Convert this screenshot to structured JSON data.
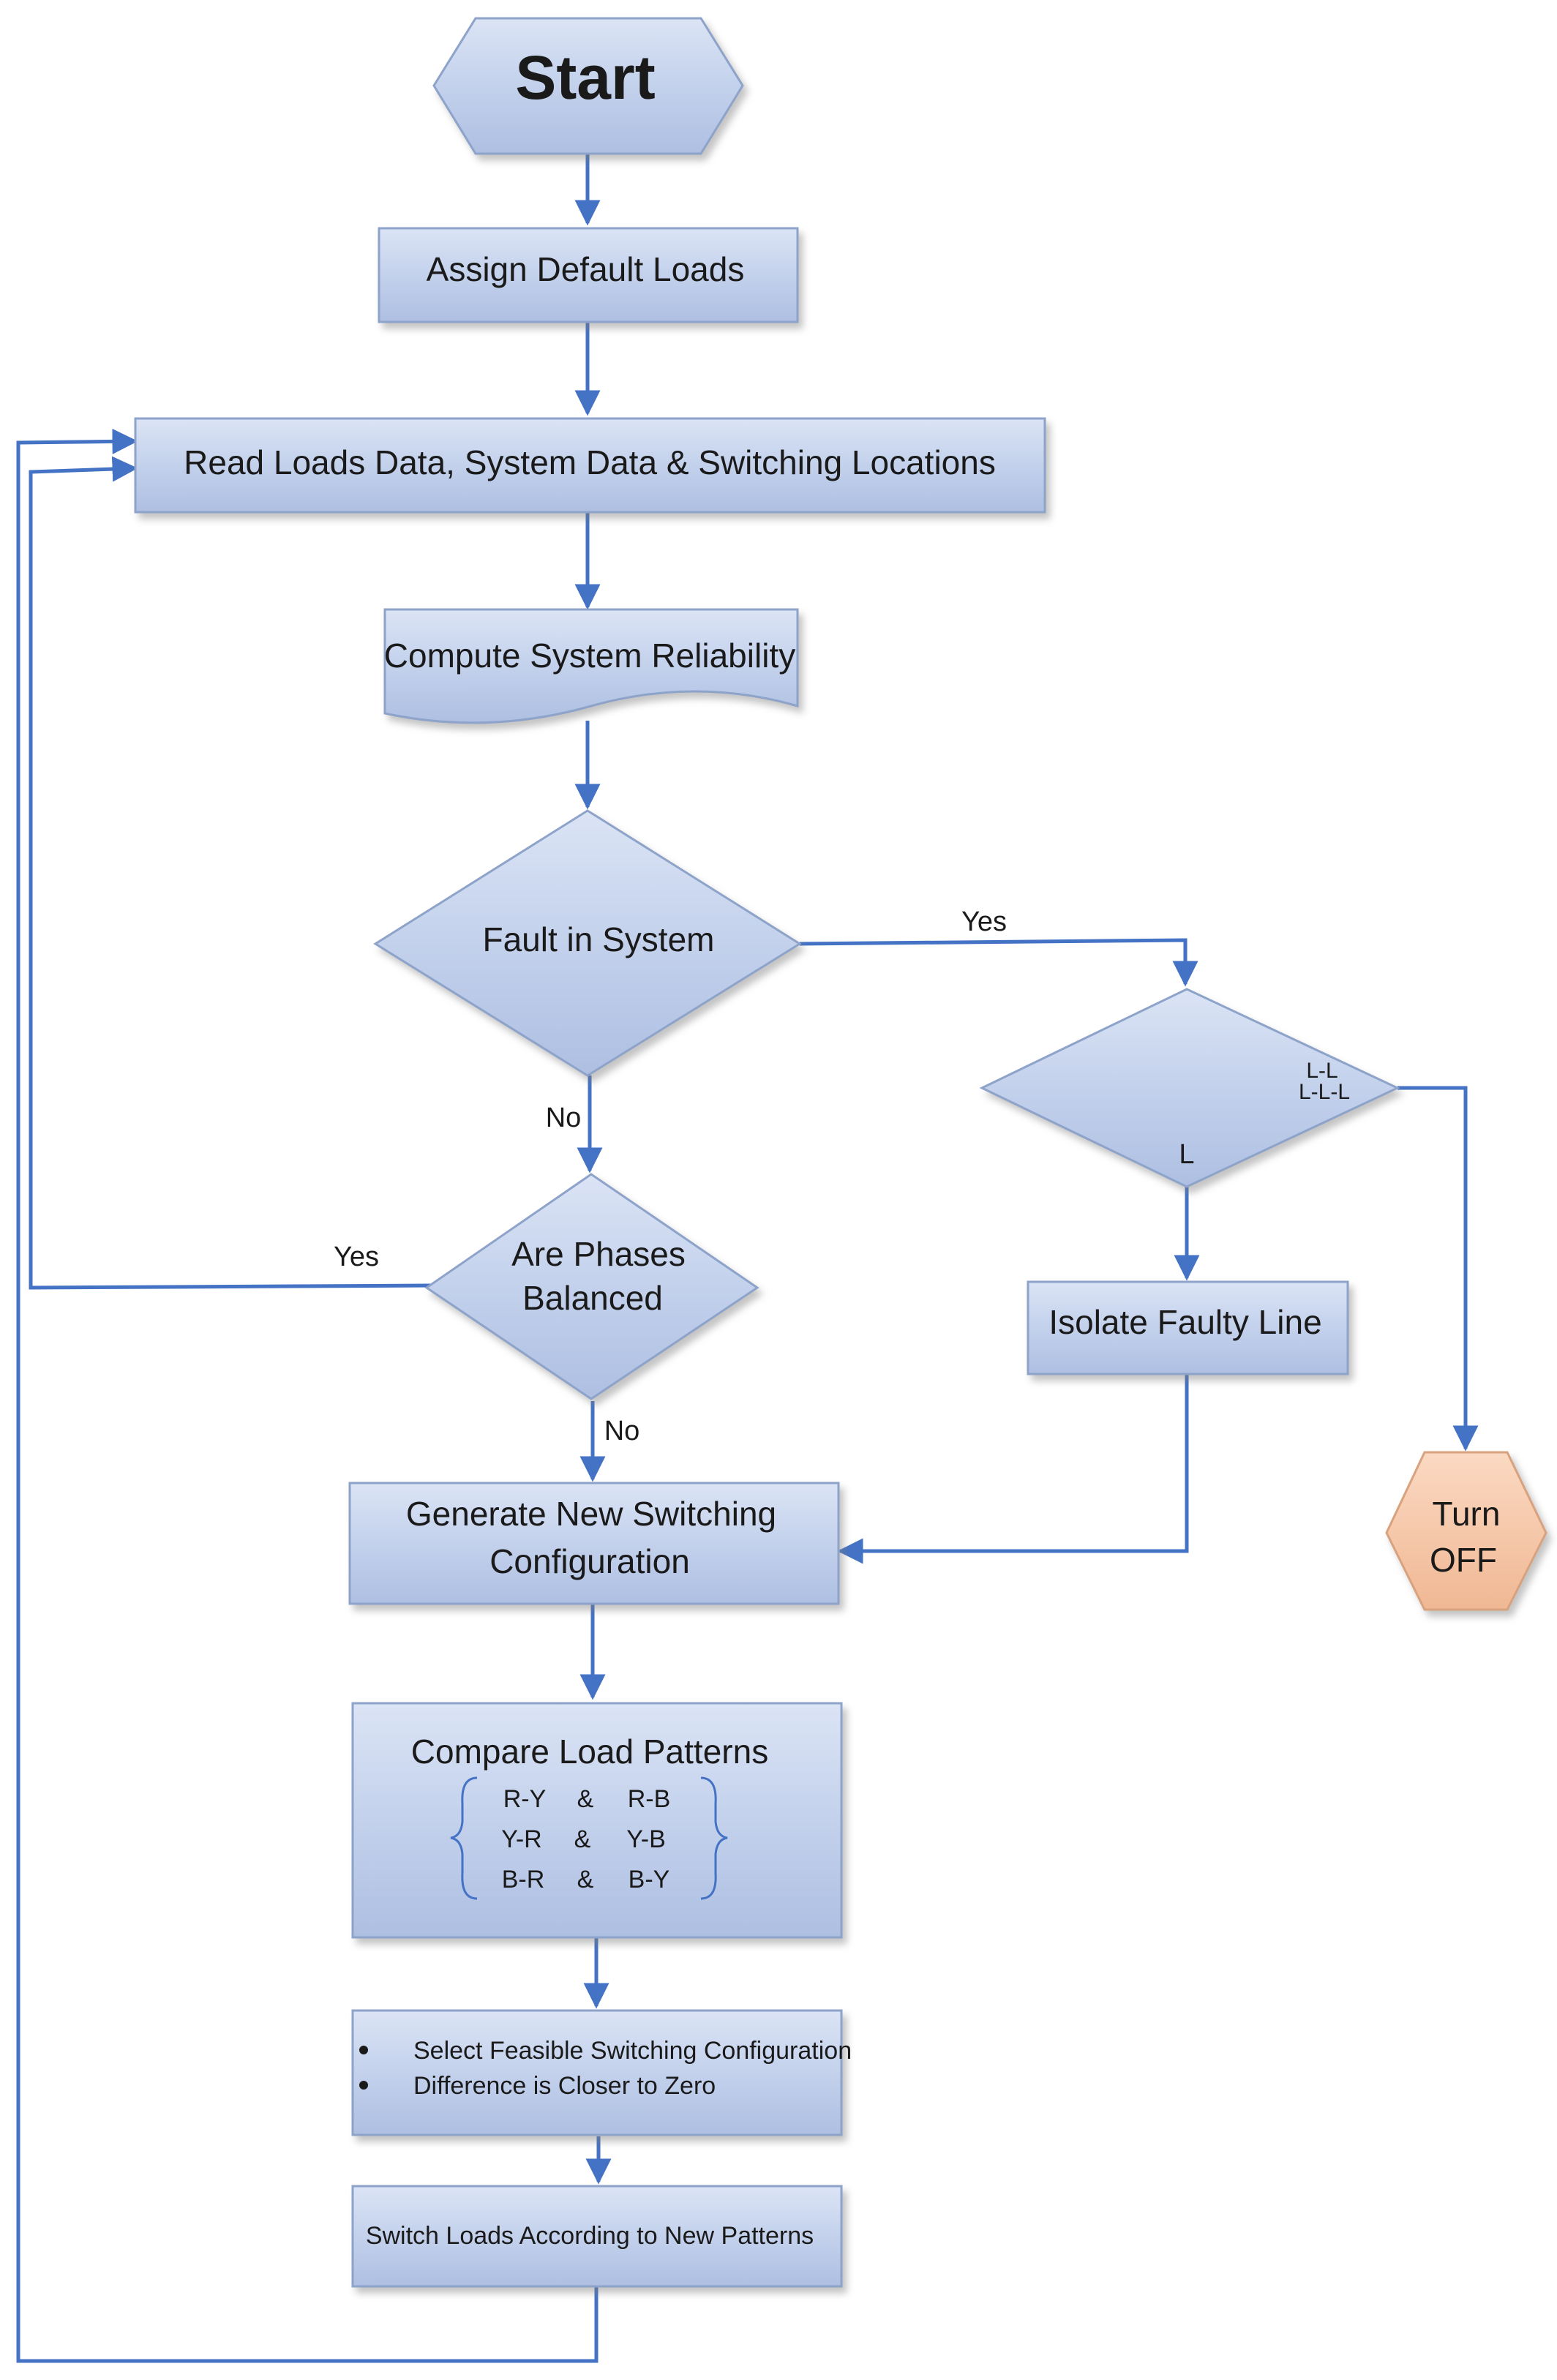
{
  "colors": {
    "node_fill": "#c3d1ec",
    "node_edge": "#8ea3c9",
    "terminal_fill": "#f6c7a6",
    "arrow": "#4472c4"
  },
  "nodes": {
    "start": "Start",
    "assign_default_loads": "Assign Default Loads",
    "read_loads": "Read Loads Data, System Data & Switching Locations",
    "compute_reliability": "Compute System Reliability",
    "fault_in_system": "Fault in System",
    "fault_type_right_line1": "L-L",
    "fault_type_right_line2": "L-L-L",
    "fault_type_bottom": "L",
    "phases_balanced_line1": "Are Phases",
    "phases_balanced_line2": "Balanced",
    "isolate_faulty_line": "Isolate Faulty Line",
    "turn_off_line1": "Turn",
    "turn_off_line2": "OFF",
    "generate_line1": "Generate New Switching",
    "generate_line2": "Configuration",
    "compare_title": "Compare Load Patterns",
    "compare_rows": [
      [
        "R-Y",
        "&",
        "R-B"
      ],
      [
        "Y-R",
        "&",
        "Y-B"
      ],
      [
        "B-R",
        "&",
        "B-Y"
      ]
    ],
    "select_items": [
      "Select Feasible Switching Configuration",
      "Difference is Closer to Zero"
    ],
    "switch_loads": "Switch Loads According to New Patterns"
  },
  "edge_labels": {
    "fault_yes": "Yes",
    "fault_no": "No",
    "balanced_yes": "Yes",
    "balanced_no": "No"
  }
}
